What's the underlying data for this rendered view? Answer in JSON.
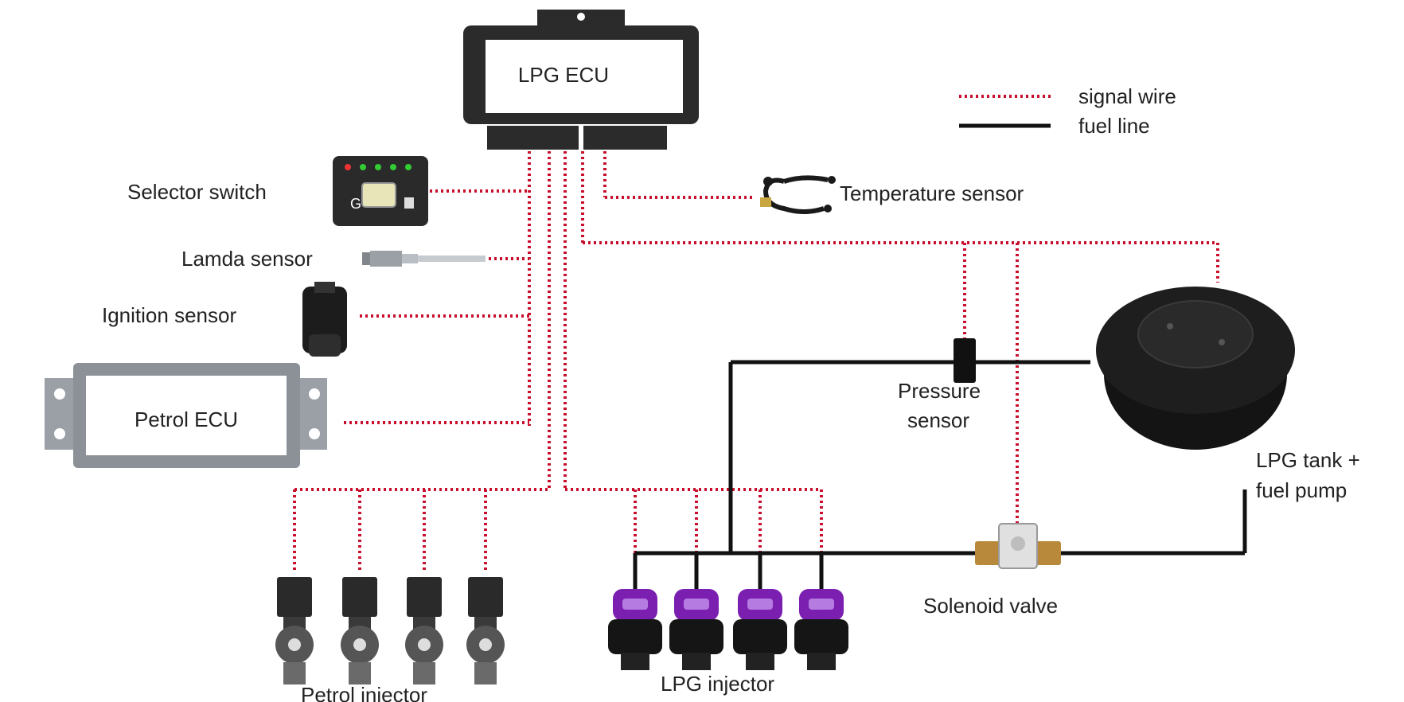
{
  "diagram": {
    "legend": {
      "signal_wire": "signal wire",
      "fuel_line": "fuel line"
    },
    "components": {
      "lpg_ecu": "LPG ECU",
      "petrol_ecu": "Petrol ECU",
      "selector_switch": "Selector switch",
      "lamda_sensor": "Lamda sensor",
      "ignition_sensor": "Ignition sensor",
      "temperature_sensor": "Temperature sensor",
      "pressure_sensor_l1": "Pressure",
      "pressure_sensor_l2": "sensor",
      "lpg_tank_l1": "LPG tank +",
      "lpg_tank_l2": "fuel pump",
      "solenoid_valve": "Solenoid valve",
      "lpg_injector": "LPG injector",
      "petrol_injector": "Petrol injector",
      "switch_letter": "G"
    },
    "colors": {
      "signal": "#c8102e",
      "fuel": "#111111",
      "lpg_injector_cap": "#7a1fb0"
    }
  }
}
